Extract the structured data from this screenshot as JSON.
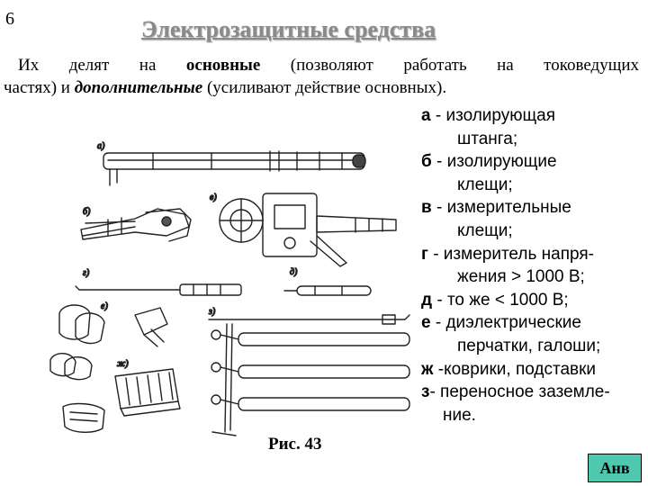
{
  "slide_number": "6",
  "title": "Электрозащитные средства",
  "intro": {
    "p1": "Их делят на ",
    "b1": "основные",
    "p2": " (позволяют работать на токоведущих",
    "p3": "частях) и ",
    "b2": "дополнительные",
    "p4": " (усиливают действие основных)."
  },
  "legend": [
    {
      "key": "а",
      "l1": " - изолирующая",
      "l2": "штанга;"
    },
    {
      "key": "б",
      "l1": " - изолирующие",
      "l2": "клещи;"
    },
    {
      "key": "в",
      "l1": " - измерительные",
      "l2": "клещи;"
    },
    {
      "key": "г",
      "l1": " - измеритель напря-",
      "l2": "жения  > 1000 В;"
    },
    {
      "key": "д",
      "l1": " - то же < 1000 В;"
    },
    {
      "key": "е",
      "l1": " - диэлектрические",
      "l2": "перчатки, галоши;"
    },
    {
      "key": "ж",
      "l1": " -коврики, подставки"
    },
    {
      "key": "з",
      "l1": "- переносное заземле-",
      "l2": "ние."
    }
  ],
  "figure": {
    "caption": "Рис. 43",
    "labels": {
      "a": "а)",
      "b": "б)",
      "v": "в)",
      "g": "г)",
      "d": "д)",
      "e": "е)",
      "zh": "ж)",
      "z": "з)"
    }
  },
  "nav_button": "Анв"
}
